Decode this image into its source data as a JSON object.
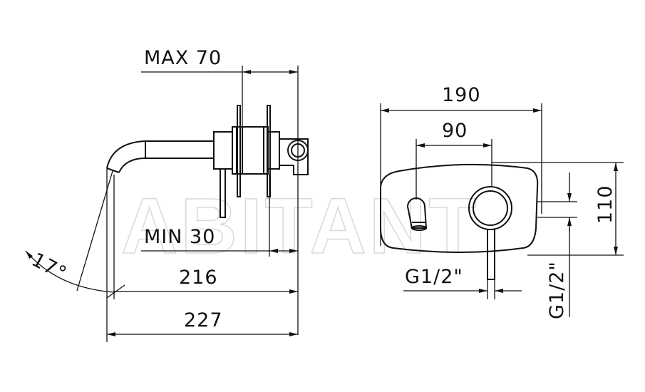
{
  "watermark": "ABITANT",
  "side_view": {
    "max_label": "MAX 70",
    "min_label": "MIN 30",
    "angle_label": "17°",
    "length_216": "216",
    "length_227": "227"
  },
  "front_view": {
    "width_190": "190",
    "spacing_90": "90",
    "height_110": "110",
    "thread_horizontal": "G1/2\"",
    "thread_vertical": "G1/2\""
  }
}
